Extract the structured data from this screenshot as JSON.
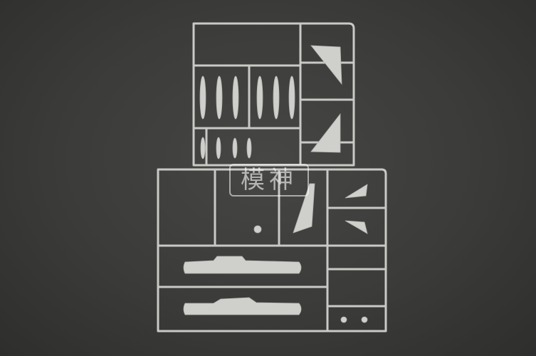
{
  "image": {
    "subject": "plastic model kit sprues on dark textured background",
    "background_color": "#3b3b39",
    "sprue_color": "#c9c9c6",
    "watermark": "模神"
  },
  "sprues": [
    {
      "name": "upper-sprue",
      "parts": [
        "missiles",
        "pylons",
        "tail-fins"
      ]
    },
    {
      "name": "lower-sprue",
      "parts": [
        "fuselage-halves",
        "vertical-stabilizer",
        "stabilizers",
        "landing-gear",
        "wheels"
      ]
    }
  ]
}
